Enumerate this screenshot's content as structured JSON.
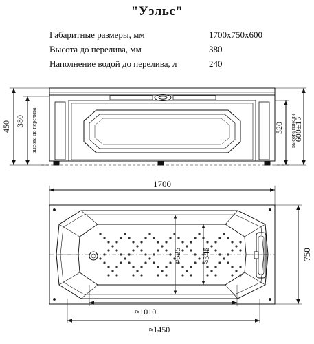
{
  "title": "\"Уэльс\"",
  "specs": [
    {
      "label": "Габаритные размеры, мм",
      "value": "1700x750x600"
    },
    {
      "label": "Высота до перелива, мм",
      "value": "380"
    },
    {
      "label": "Наполнение водой до перелива, л",
      "value": "240"
    }
  ],
  "side_view": {
    "height_total": "450",
    "height_overflow": "380",
    "height_overflow_caption": "высота до перелива",
    "panel_height": "520",
    "panel_height_caption": "высота панели",
    "panel_adjust": "600±15"
  },
  "top_view": {
    "length": "1700",
    "width": "750",
    "inner_width": "≈635",
    "bottom_width": "≈345",
    "bottom_length": "≈1010",
    "inner_length": "≈1450"
  }
}
